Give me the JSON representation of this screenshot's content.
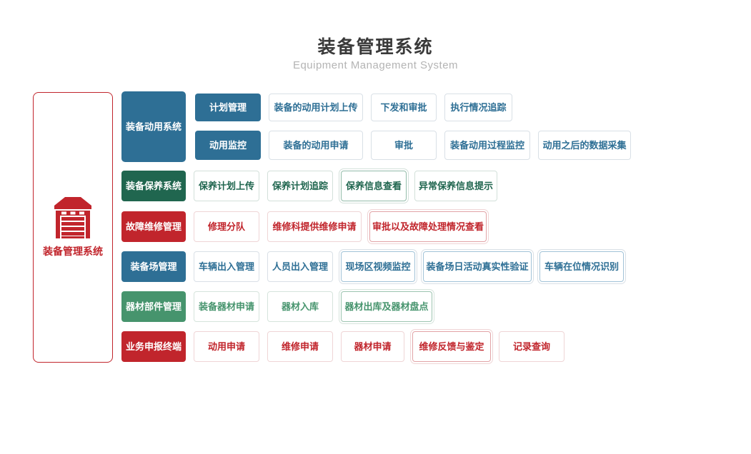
{
  "header": {
    "title": "装备管理系统",
    "subtitle": "Equipment Management System"
  },
  "root": {
    "label": "装备管理系统",
    "icon": "garage-icon",
    "color": "#c1252c"
  },
  "colors": {
    "blue": "#2e6f95",
    "dark_green": "#20664f",
    "red": "#c1252c",
    "green": "#46946d"
  },
  "sections": [
    {
      "label": "装备动用系统",
      "color": "blue",
      "groups": [
        {
          "label": "计划管理",
          "items": [
            "装备的动用计划上传",
            "下发和审批",
            "执行情况追踪"
          ]
        },
        {
          "label": "动用监控",
          "items": [
            "装备的动用申请",
            "审批",
            "装备动用过程监控",
            "动用之后的数据采集"
          ]
        }
      ]
    },
    {
      "label": "装备保养系统",
      "color": "dark_green",
      "items": [
        "保养计划上传",
        "保养计划追踪",
        "保养信息查看",
        "异常保养信息提示"
      ]
    },
    {
      "label": "故障维修管理",
      "color": "red",
      "items": [
        "修理分队",
        "维修科提供维修申请",
        "审批以及故障处理情况查看"
      ]
    },
    {
      "label": "装备场管理",
      "color": "blue",
      "items": [
        "车辆出入管理",
        "人员出入管理",
        "现场区视频监控",
        "装备场日活动真实性验证",
        "车辆在位情况识别"
      ]
    },
    {
      "label": "器材部件管理",
      "color": "green",
      "items": [
        "装备器材申请",
        "器材入库",
        "器材出库及器材盘点"
      ]
    },
    {
      "label": "业务申报终端",
      "color": "red",
      "items": [
        "动用申请",
        "维修申请",
        "器材申请",
        "维修反馈与鉴定",
        "记录查询"
      ]
    }
  ]
}
